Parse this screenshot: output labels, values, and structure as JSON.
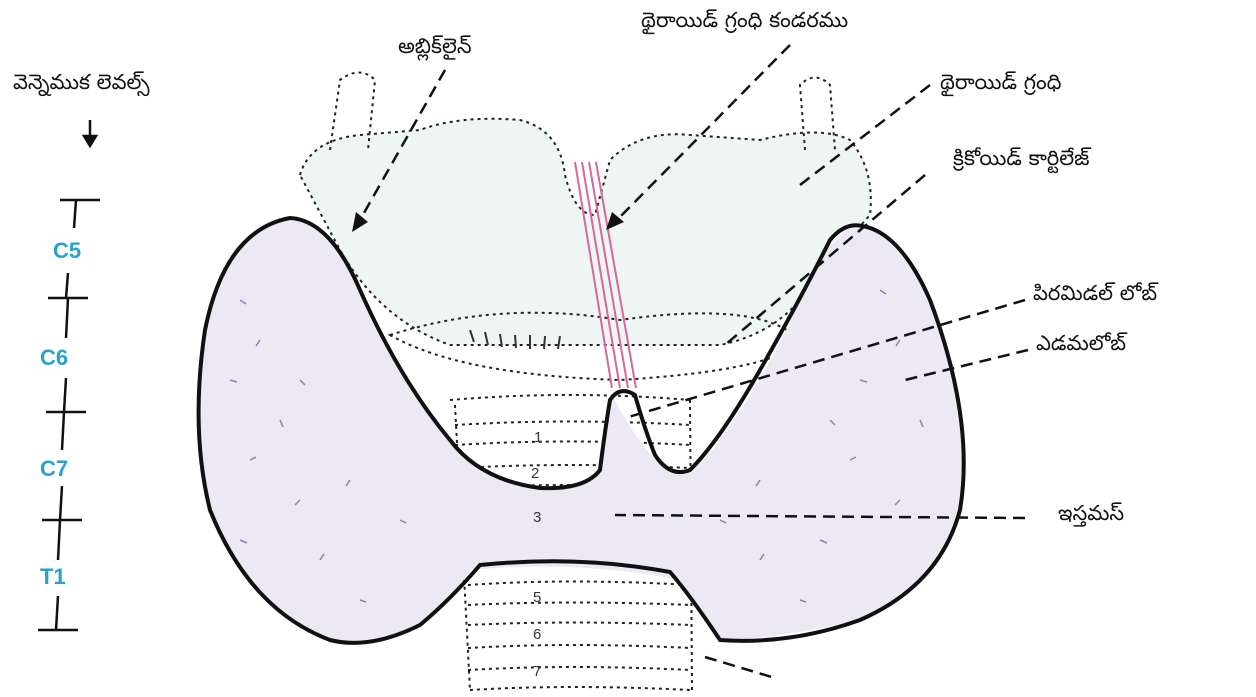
{
  "labels": {
    "spine_title": "వెన్నెముక లెవల్స్",
    "oblique_line": "అబ్లిక్‌లైన్",
    "thyroid_tendon": "థైరాయిడ్ గ్రంధి కండరము",
    "thyroid_gland": "థైరాయిడ్ గ్రంధి",
    "cricoid_cartilage": "క్రికోయిడ్ కార్టిలేజ్",
    "pyramidal_lobe": "పిరమిడల్ లోబ్",
    "left_lobe": "ఎడమలోబ్",
    "isthmus": "ఇస్తమస్"
  },
  "spine_levels": [
    "C5",
    "C6",
    "C7",
    "T1"
  ],
  "tracheal_rings": [
    "1",
    "2",
    "3",
    "5",
    "6",
    "7"
  ],
  "colors": {
    "level_text": "#2aa1c9",
    "lobe_fill": "#ede9f4",
    "cartilage_fill": "#eef6f4",
    "pyramidal_strand": "#d8669c",
    "outline": "#111111"
  }
}
